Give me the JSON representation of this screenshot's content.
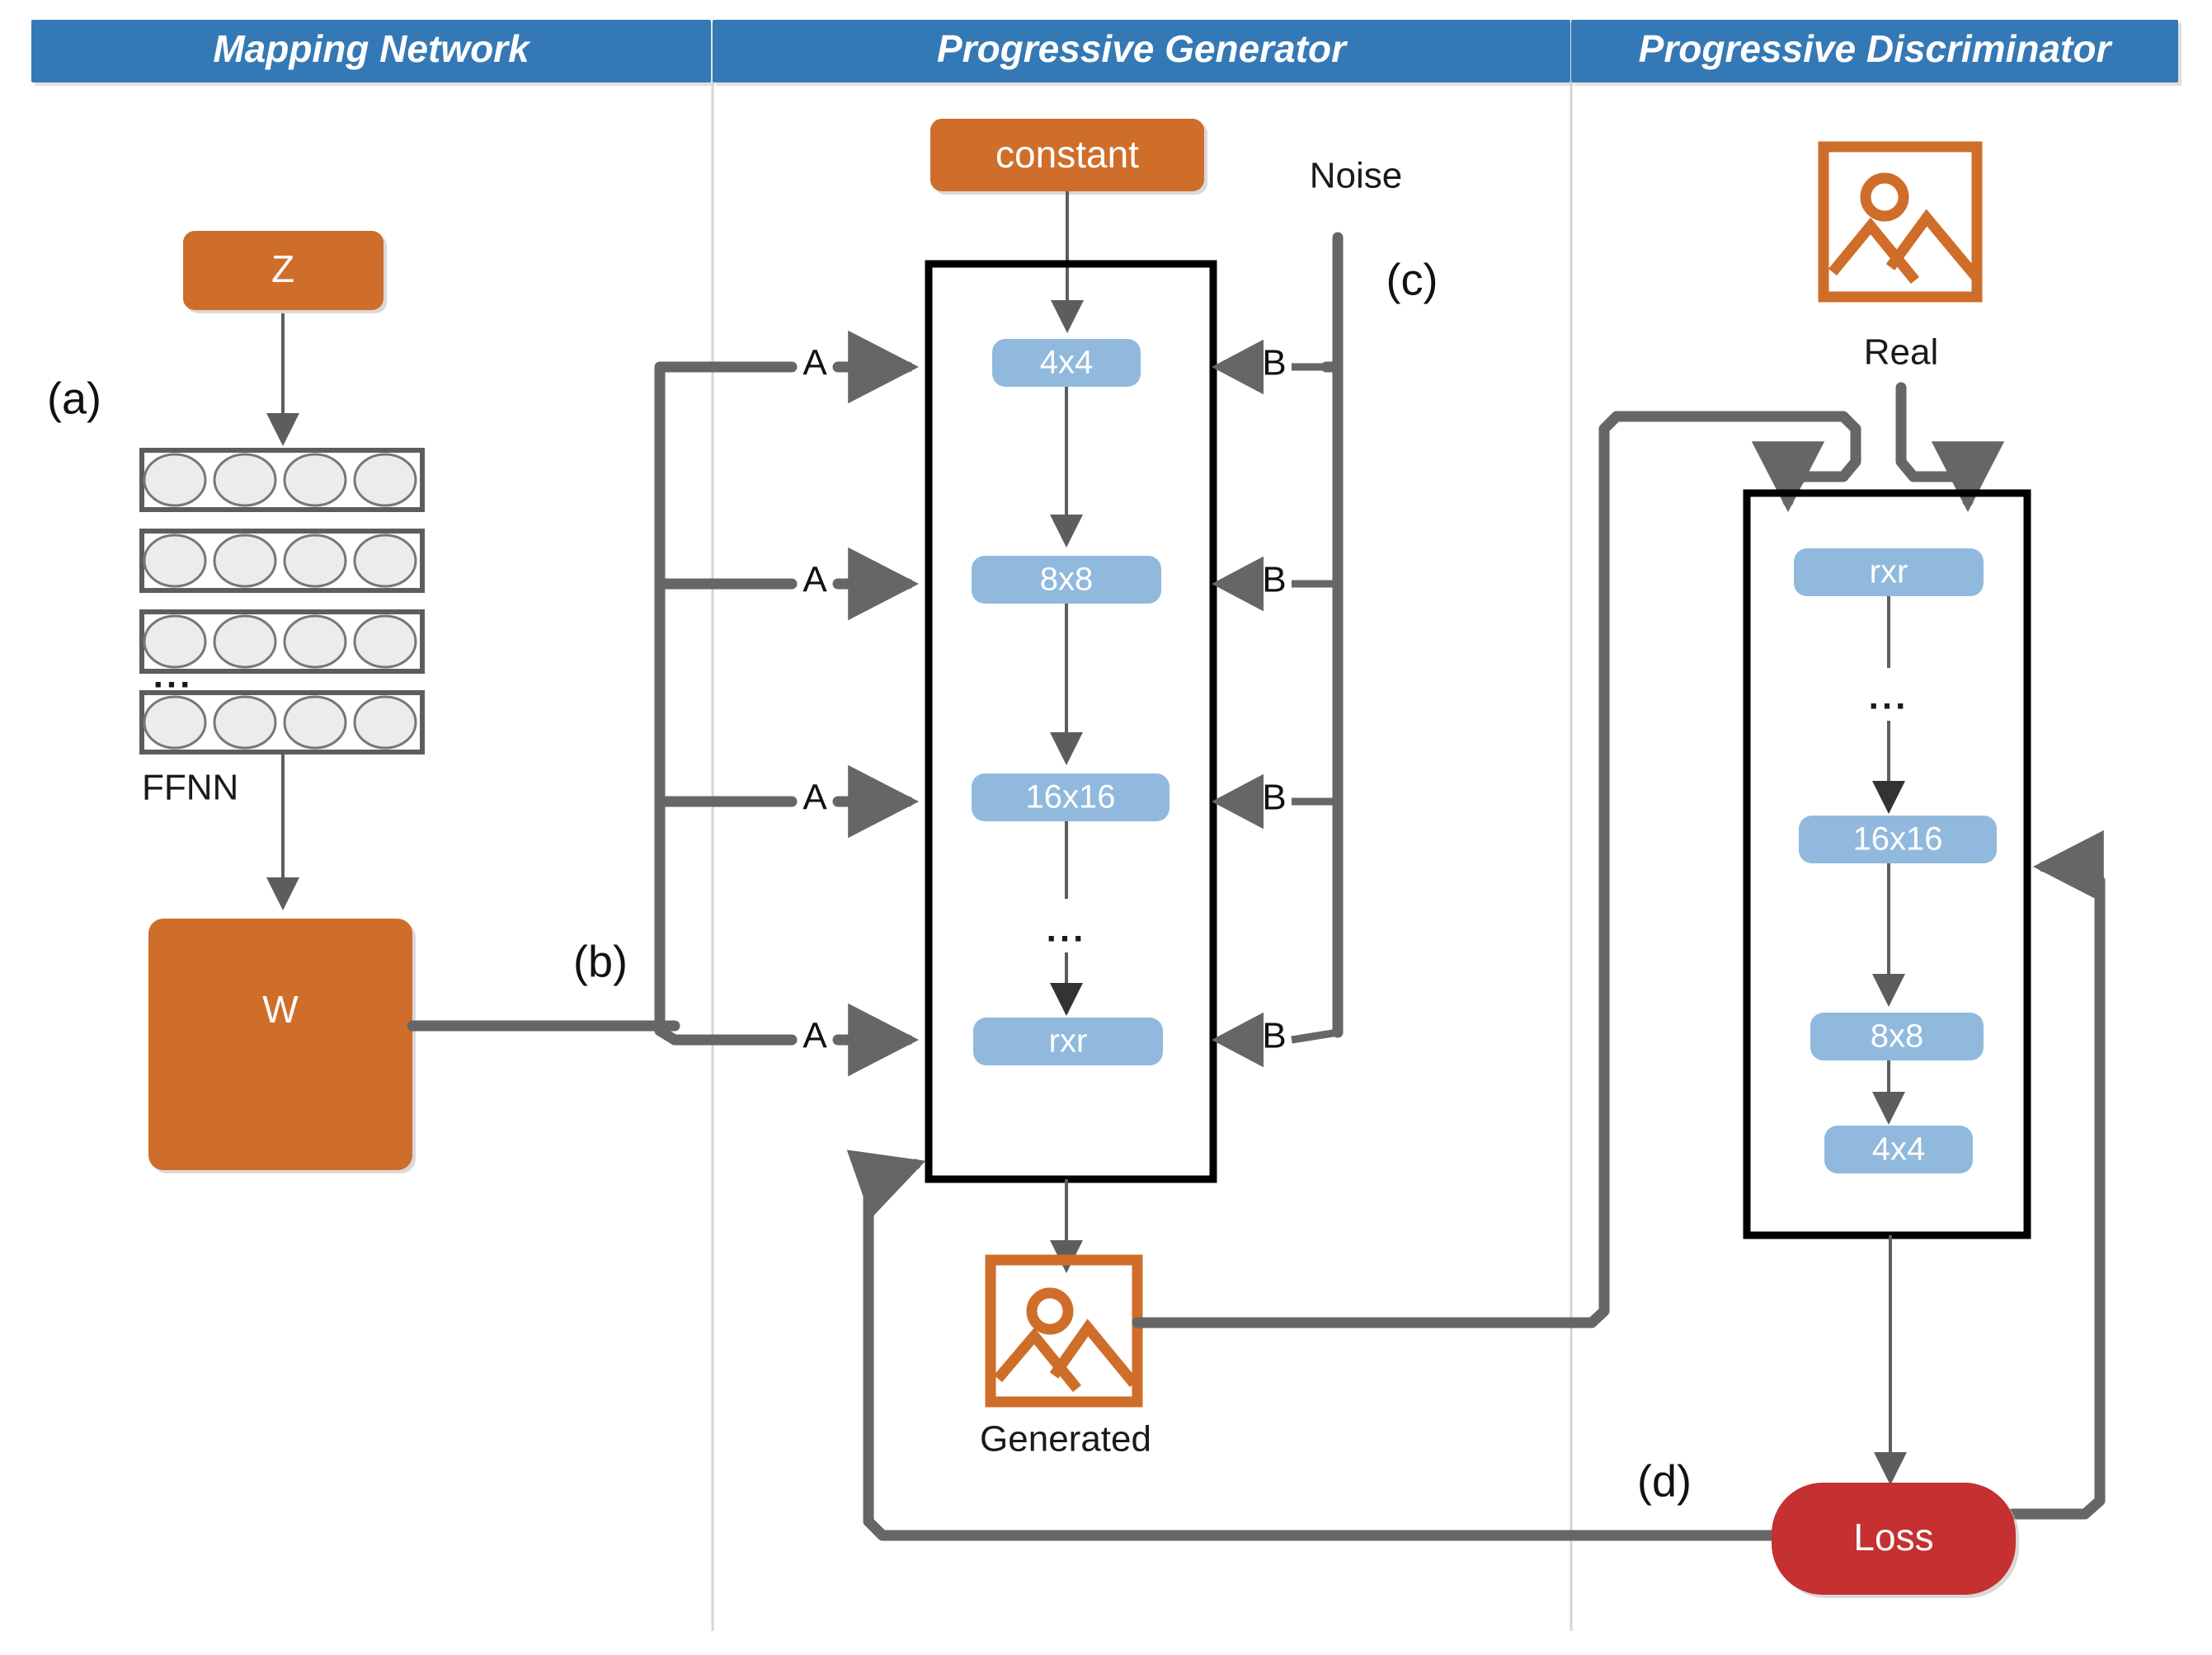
{
  "columns": [
    {
      "id": "mapping",
      "title": "Mapping Network"
    },
    {
      "id": "generator",
      "title": "Progressive Generator"
    },
    {
      "id": "discriminator",
      "title": "Progressive Discriminator"
    }
  ],
  "annotations": {
    "a": "(a)",
    "b": "(b)",
    "c": "(c)",
    "d": "(d)"
  },
  "mapping": {
    "z_label": "Z",
    "w_label": "W",
    "ffnn_label": "FFNN",
    "ellipsis": "...",
    "layer_count": 4,
    "nodes_per_layer": 4
  },
  "generator": {
    "constant_label": "constant",
    "noise_label": "Noise",
    "generated_label": "Generated",
    "ellipsis": "...",
    "blocks": [
      {
        "label": "4x4"
      },
      {
        "label": "8x8"
      },
      {
        "label": "16x16"
      },
      {
        "label": "rxr"
      }
    ],
    "style_inputs": [
      {
        "label": "A"
      },
      {
        "label": "A"
      },
      {
        "label": "A"
      },
      {
        "label": "A"
      }
    ],
    "noise_inputs": [
      {
        "label": "B"
      },
      {
        "label": "B"
      },
      {
        "label": "B"
      },
      {
        "label": "B"
      }
    ]
  },
  "discriminator": {
    "real_label": "Real",
    "loss_label": "Loss",
    "ellipsis": "...",
    "blocks": [
      {
        "label": "rxr"
      },
      {
        "label": "16x16"
      },
      {
        "label": "8x8"
      },
      {
        "label": "4x4"
      }
    ]
  },
  "colors": {
    "header_blue": "#3479b5",
    "node_orange": "#cf6e2a",
    "block_blue": "#91b9dd",
    "loss_red": "#c53030",
    "edge_gray": "#666666",
    "black": "#000000"
  }
}
